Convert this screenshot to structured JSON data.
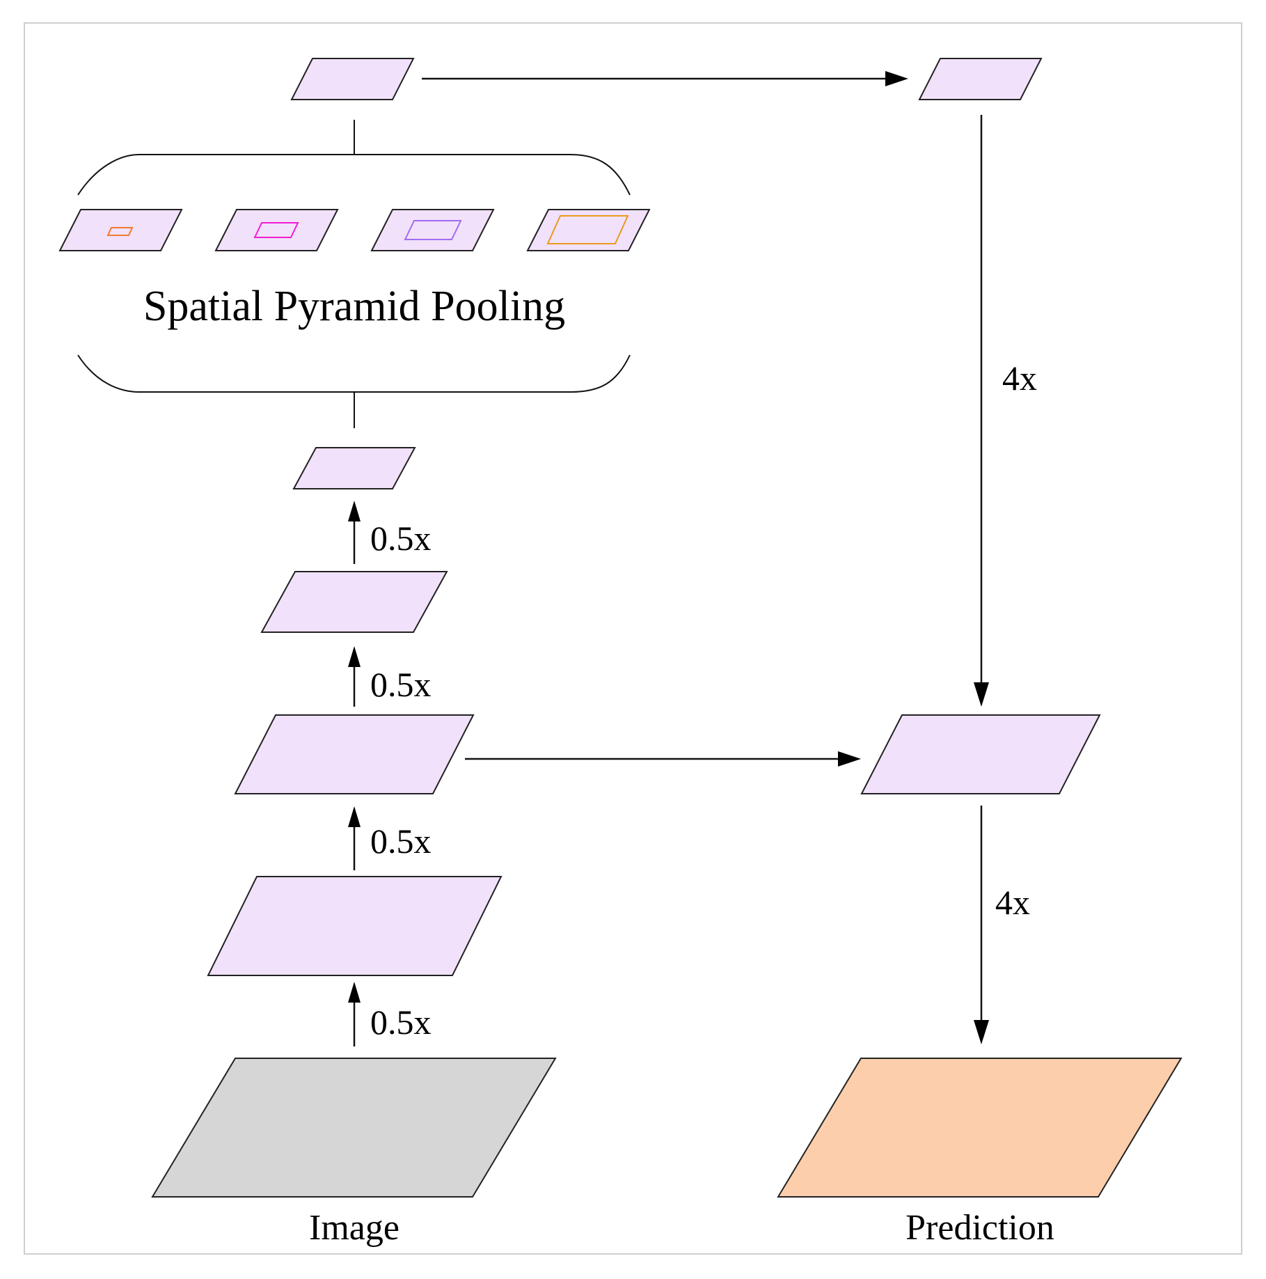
{
  "labels": {
    "spp": "Spatial Pyramid Pooling",
    "image": "Image",
    "prediction": "Prediction",
    "down_1": "0.5x",
    "down_2": "0.5x",
    "down_3": "0.5x",
    "down_4": "0.5x",
    "up_1": "4x",
    "up_2": "4x"
  },
  "colors": {
    "feature_map": "#f1e1fa",
    "image": "#d6d6d6",
    "prediction": "#fdceac",
    "pool_1": "#f5792e",
    "pool_2": "#f21cd5",
    "pool_3": "#a06bf3",
    "pool_4": "#e89a1d",
    "arrow": "#000000"
  }
}
